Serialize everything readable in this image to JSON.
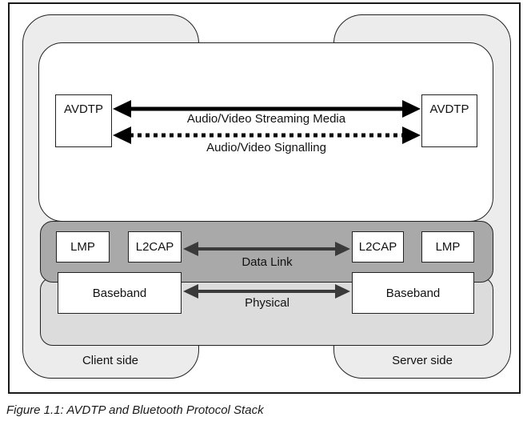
{
  "figure": {
    "caption": "Figure 1.1: AVDTP and Bluetooth Protocol Stack"
  },
  "diagram": {
    "client_tab_label": "Client side",
    "server_tab_label": "Server side",
    "boxes": {
      "avdtp_left": "AVDTP",
      "avdtp_right": "AVDTP",
      "lmp_left": "LMP",
      "l2cap_left": "L2CAP",
      "l2cap_right": "L2CAP",
      "lmp_right": "LMP",
      "baseband_left": "Baseband",
      "baseband_right": "Baseband"
    },
    "links": {
      "streaming_label": "Audio/Video Streaming Media",
      "signalling_label": "Audio/Video Signalling",
      "datalink_label": "Data Link",
      "physical_label": "Physical"
    },
    "colors": {
      "tab_fill": "#ececec",
      "physical_band_fill": "#dcdcdc",
      "datalink_band_fill": "#a9a9a9",
      "box_fill": "#ffffff",
      "outline": "#222222",
      "avdtp_arrow": "#000000",
      "band_arrow": "#3a3a3a"
    }
  }
}
